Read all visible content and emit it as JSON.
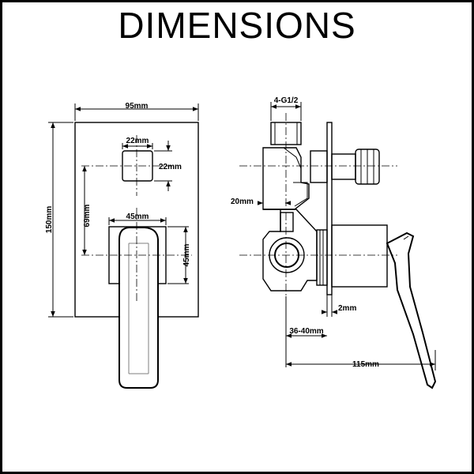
{
  "title": "DIMENSIONS",
  "front_view": {
    "width": "95mm",
    "height": "150mm",
    "top_square_width": "22mm",
    "top_square_height": "22mm",
    "center_offset": "69mm",
    "lower_square_width": "45mm",
    "lower_square_height": "45mm"
  },
  "side_view": {
    "thread": "4-G1/2",
    "depth_offset": "20mm",
    "plate_thickness": "2mm",
    "wall_depth": "36-40mm",
    "handle_projection": "115mm"
  }
}
